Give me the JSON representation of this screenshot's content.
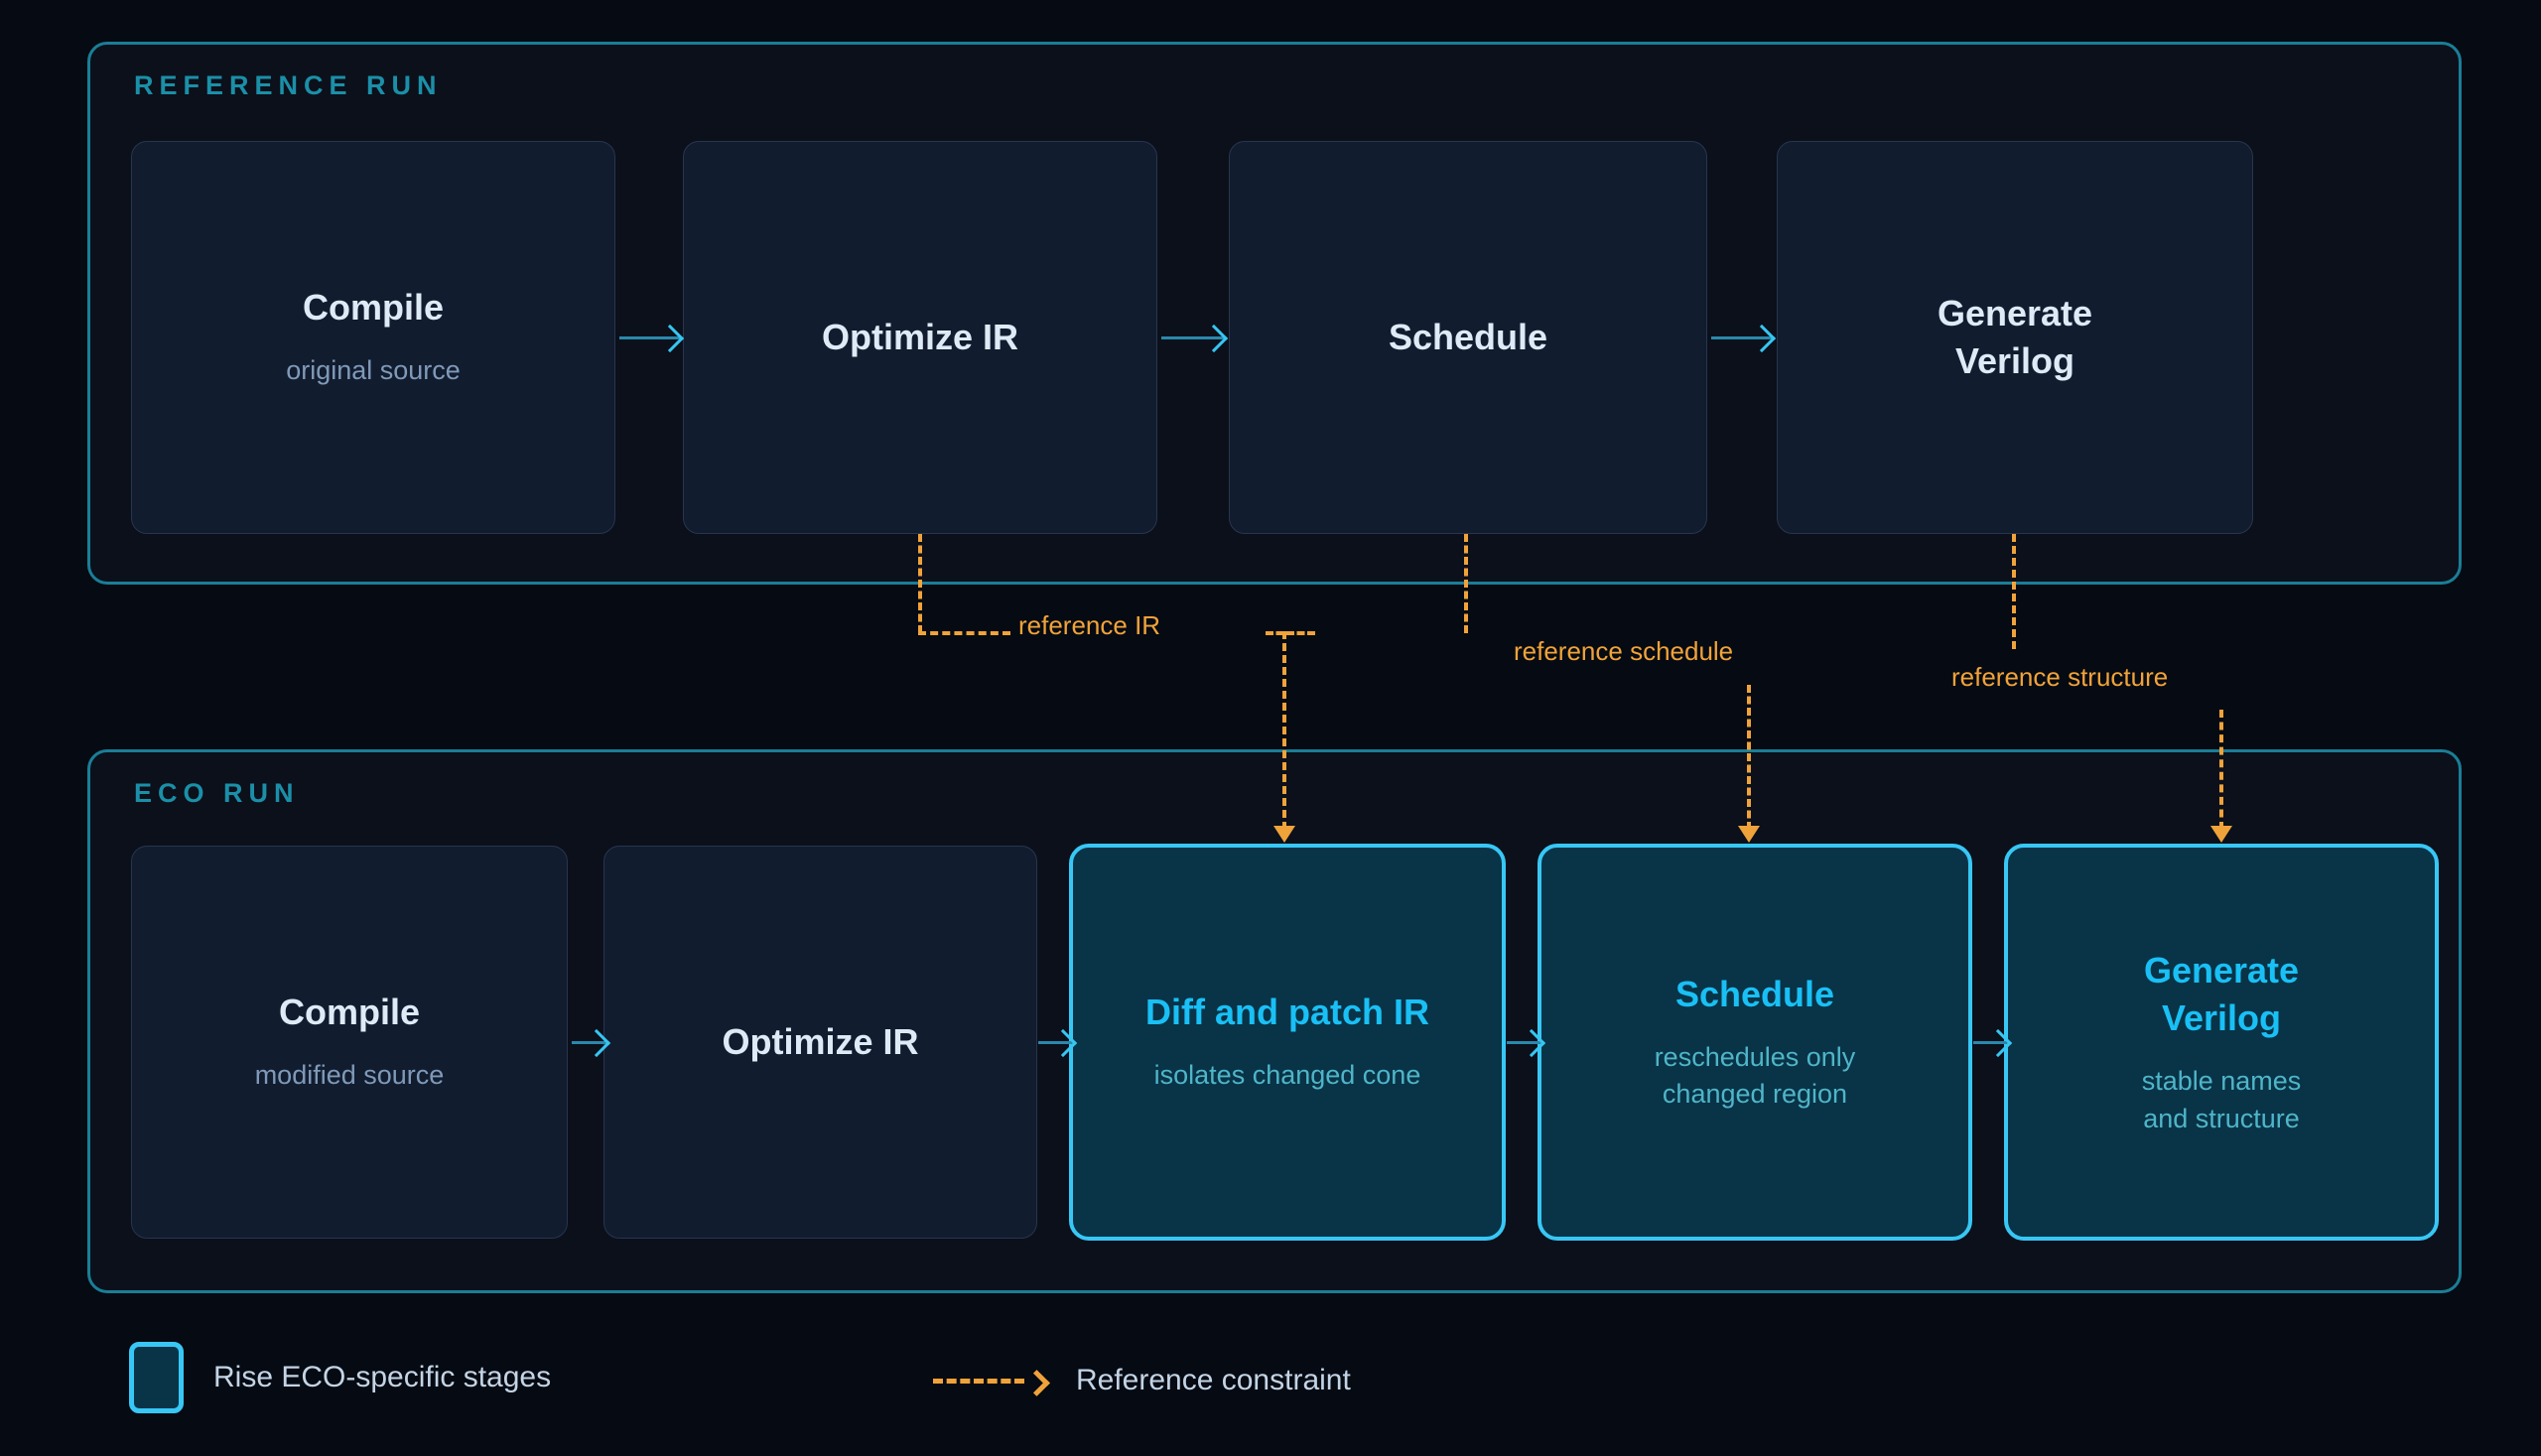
{
  "diagram": {
    "background_color": "#060a12",
    "accent_colors": {
      "panel_border": "#1a7e97",
      "panel_title": "#1b8fa8",
      "eco_highlight": "#38c7f5",
      "eco_highlight_fill": "#093347",
      "constraint": "#f0a33a",
      "arrow_shaft": "#2a88ab",
      "arrow_head": "#37c6f2",
      "node_fill": "#121c2f",
      "node_border": "#27354e",
      "node_title": "#dfeaf7",
      "node_sub": "#7f9ab8"
    }
  },
  "reference_run": {
    "title": "REFERENCE RUN",
    "stages": [
      {
        "title": "Compile",
        "sub": "original source",
        "highlighted": false
      },
      {
        "title": "Optimize IR",
        "sub": "",
        "highlighted": false
      },
      {
        "title": "Schedule",
        "sub": "",
        "highlighted": false
      },
      {
        "title": "Generate Verilog",
        "title_line1": "Generate",
        "title_line2": "Verilog",
        "sub": "",
        "highlighted": false
      }
    ]
  },
  "eco_run": {
    "title": "ECO RUN",
    "stages": [
      {
        "title": "Compile",
        "sub": "modified source",
        "highlighted": false
      },
      {
        "title": "Optimize IR",
        "sub": "",
        "highlighted": false
      },
      {
        "title": "Diff and patch IR",
        "sub": "isolates changed cone",
        "highlighted": true
      },
      {
        "title": "Schedule",
        "sub_line1": "reschedules only",
        "sub_line2": "changed region",
        "highlighted": true
      },
      {
        "title": "Generate Verilog",
        "title_line1": "Generate",
        "title_line2": "Verilog",
        "sub_line1": "stable names",
        "sub_line2": "and structure",
        "highlighted": true
      }
    ]
  },
  "constraints": [
    {
      "label": "reference IR",
      "from": "Optimize IR",
      "to": "Diff and patch IR"
    },
    {
      "label": "reference schedule",
      "from": "Schedule",
      "to": "Schedule"
    },
    {
      "label": "reference structure",
      "from": "Generate Verilog",
      "to": "Generate Verilog"
    }
  ],
  "legend": {
    "items": [
      {
        "icon": "eco-box-swatch",
        "label": "Rise ECO-specific stages"
      },
      {
        "icon": "dashed-arrow",
        "label": "Reference constraint"
      }
    ]
  }
}
